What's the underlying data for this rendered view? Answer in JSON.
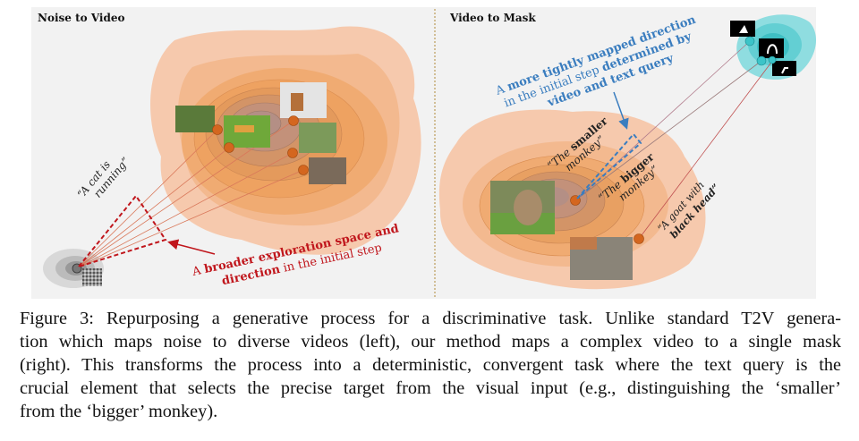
{
  "figure": {
    "left_panel": {
      "title": "Noise to Video",
      "prompt_line1": "“A cat is",
      "prompt_line2": "running”",
      "annotation_line1_a": "A ",
      "annotation_line1_b": "broader exploration space and",
      "annotation_line2_a": "direction",
      "annotation_line2_b": " in the initial step"
    },
    "right_panel": {
      "title": "Video to Mask",
      "annotation_line1_a": "A ",
      "annotation_line1_b": "more tightly mapped direction",
      "annotation_line2_a": "in the initial step ",
      "annotation_line2_b": "determined  by",
      "annotation_line3": "video and text query",
      "query_smaller_a": "“The ",
      "query_smaller_b": "smaller",
      "query_smaller_c": "monkey”",
      "query_bigger_a": "“The ",
      "query_bigger_b": "bigger",
      "query_bigger_c": "monkey”",
      "query_goat_a": "“A goat with",
      "query_goat_b": "black head”"
    },
    "colors": {
      "red_annotation": "#c0161c",
      "blue_annotation": "#3a7dbf",
      "dot": "#d4661f",
      "teal": "#3cc4c8"
    }
  },
  "caption": {
    "lines": [
      "Figure 3: Repurposing a generative process for a discriminative task. Unlike standard T2V genera-",
      "tion which maps noise to diverse videos (left), our method maps a complex video to a single mask",
      "(right). This transforms the process into a deterministic, convergent task where the text query is the",
      "crucial element that selects the precise target from the visual input (e.g., distinguishing the ‘smaller’",
      "from the ‘bigger’ monkey)."
    ]
  }
}
